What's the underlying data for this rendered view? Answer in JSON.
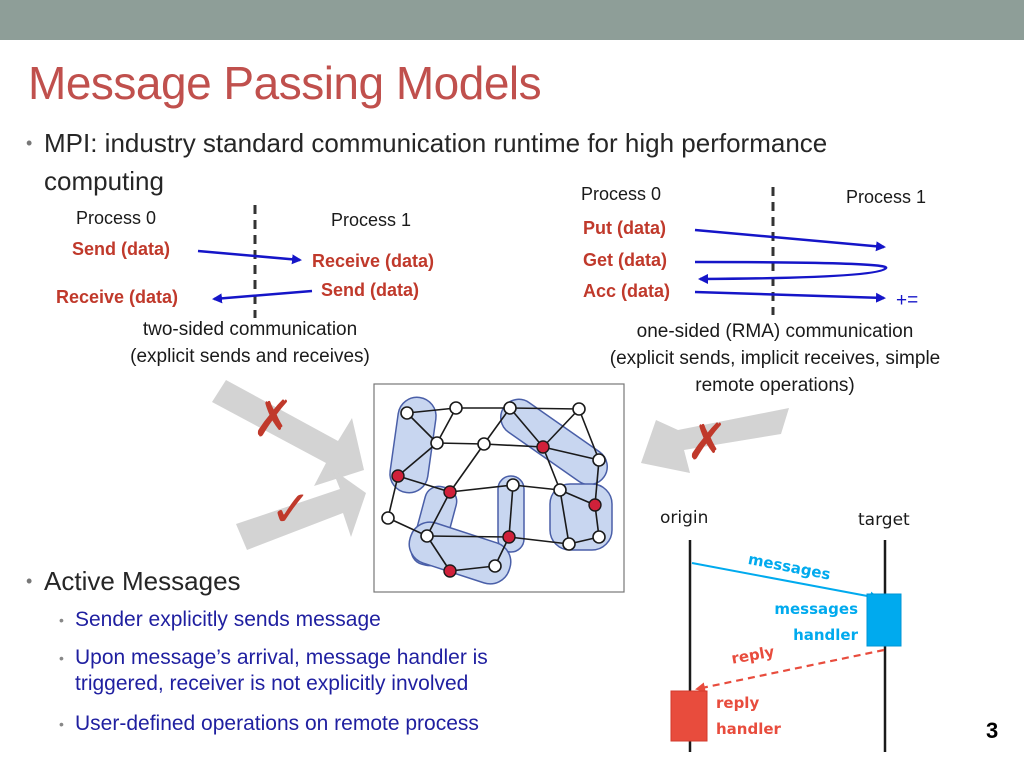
{
  "slide": {
    "title": "Message Passing Models",
    "page_number": "3"
  },
  "bullets": {
    "mpi_line1": "MPI: industry standard communication runtime for high performance",
    "mpi_line2": "computing",
    "active_messages": "Active Messages",
    "sub1": "Sender explicitly sends message",
    "sub2_line1": "Upon message’s arrival, message handler is",
    "sub2_line2": "triggered, receiver is not explicitly involved",
    "sub3": "User-defined operations on remote process"
  },
  "two_sided": {
    "process0": "Process 0",
    "process1": "Process 1",
    "send_p0": "Send (data)",
    "receive_p1": "Receive (data)",
    "send_p1": "Send (data)",
    "receive_p0": "Receive (data)",
    "caption_line1": "two-sided communication",
    "caption_line2": "(explicit sends and receives)"
  },
  "one_sided": {
    "process0": "Process 0",
    "process1": "Process 1",
    "put": "Put (data)",
    "get": "Get (data)",
    "acc": "Acc (data)",
    "acc_op": "+=",
    "caption_line1": "one-sided (RMA) communication",
    "caption_line2": "(explicit sends, implicit receives, simple",
    "caption_line3": "remote operations)"
  },
  "active_msg_diagram": {
    "origin": "origin",
    "target": "target",
    "messages": "messages",
    "messages_handler_line1": "messages",
    "messages_handler_line2": "handler",
    "reply": "reply",
    "reply_handler_line1": "reply",
    "reply_handler_line2": "handler"
  },
  "marks": {
    "cross": "✗",
    "check": "✓"
  },
  "colors": {
    "title": "#c0504d",
    "topbar": "#8e9e98",
    "red_label": "#c0392b",
    "blue_arrow": "#1515c8",
    "cyan": "#00aaee",
    "orange_red": "#e84c3d",
    "graph_fill": "#c8d6f0",
    "graph_stroke": "#4a5fa8"
  }
}
